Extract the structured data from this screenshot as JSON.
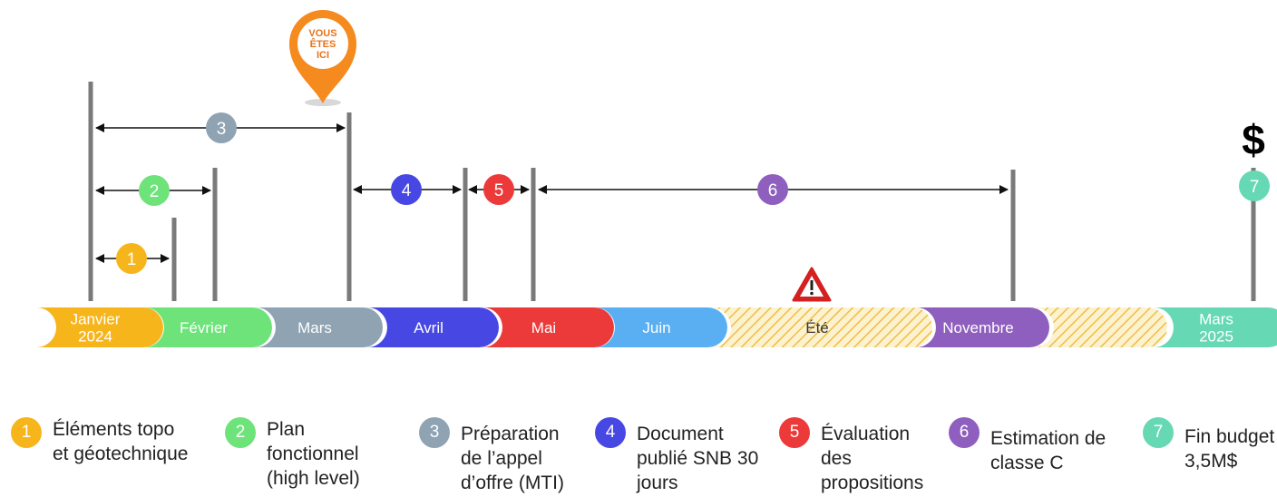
{
  "you_are_here": "VOUS\nÊTES\nICI",
  "budget_symbol": "$",
  "warning_icon": "warning-triangle-icon",
  "months": [
    {
      "label": "Janvier\n2024",
      "color": "#f7b51c",
      "hatched": false
    },
    {
      "label": "Février",
      "color": "#6de37a",
      "hatched": false
    },
    {
      "label": "Mars",
      "color": "#8fa3b3",
      "hatched": false
    },
    {
      "label": "Avril",
      "color": "#4747e3",
      "hatched": false
    },
    {
      "label": "Mai",
      "color": "#ec3a3a",
      "hatched": false
    },
    {
      "label": "Juin",
      "color": "#5aaff3",
      "hatched": false
    },
    {
      "label": "Été",
      "color": "#f0c040",
      "hatched": true
    },
    {
      "label": "Novembre",
      "color": "#8e5fbe",
      "hatched": false
    },
    {
      "label": "",
      "color": "#f0c040",
      "hatched": true
    },
    {
      "label": "Mars\n2025",
      "color": "#66d8b4",
      "hatched": false
    }
  ],
  "steps": [
    {
      "num": "1",
      "color": "#f7b51c",
      "label": "Éléments topo\net géotechnique"
    },
    {
      "num": "2",
      "color": "#6de37a",
      "label": "Plan\nfonctionnel\n(high level)"
    },
    {
      "num": "3",
      "color": "#8fa3b3",
      "label": "Préparation\nde l’appel\nd’offre (MTI)"
    },
    {
      "num": "4",
      "color": "#4747e3",
      "label": "Document\npublié SNB 30\njours"
    },
    {
      "num": "5",
      "color": "#ec3a3a",
      "label": "Évaluation\ndes\npropositions"
    },
    {
      "num": "6",
      "color": "#8e5fbe",
      "label": "Estimation de\nclasse C"
    },
    {
      "num": "7",
      "color": "#66d8b4",
      "label": "Fin budget\n3,5M$"
    }
  ],
  "colors": {
    "bar": "#7a7a7a",
    "pin": "#f58a1f",
    "arrow": "#111111"
  }
}
